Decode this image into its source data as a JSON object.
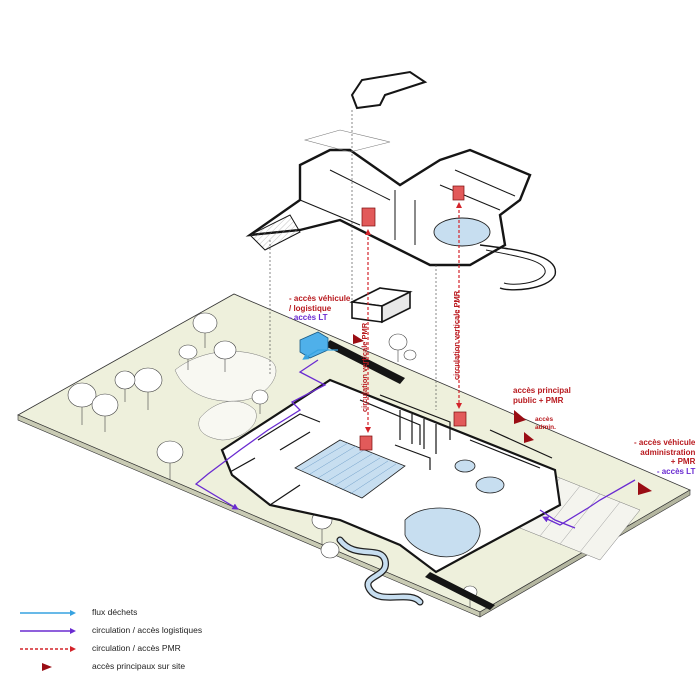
{
  "colors": {
    "waste": "#37a2e0",
    "logistics": "#6a2bd1",
    "pmr": "#d3232a",
    "access_marker": "#9a0d14",
    "lawn": "#eef0dc",
    "water": "#c7def0",
    "wall": "#151515"
  },
  "annotations": {
    "vehicle_logistics": [
      "- accès véhicule",
      "/ logistique"
    ],
    "lt_access_1": "- accès LT",
    "main_access": [
      "accès principal",
      "public + PMR"
    ],
    "admin_access": [
      "accès",
      "admin."
    ],
    "vehicle_admin": [
      "- accès véhicule",
      "administration",
      "+ PMR"
    ],
    "lt_access_2": "- accès LT",
    "vertical_circ_left": "circulation verticale PMR",
    "vertical_circ_right": "circulation verticale PMR"
  },
  "legend": [
    {
      "label": "flux déchets",
      "icon": "blue-arrow-icon"
    },
    {
      "label": "circulation / accès logistiques",
      "icon": "purple-arrow-icon"
    },
    {
      "label": "circulation / accès PMR",
      "icon": "red-dashed-arrow-icon"
    },
    {
      "label": "accès principaux sur site",
      "icon": "red-flag-marker-icon"
    }
  ]
}
